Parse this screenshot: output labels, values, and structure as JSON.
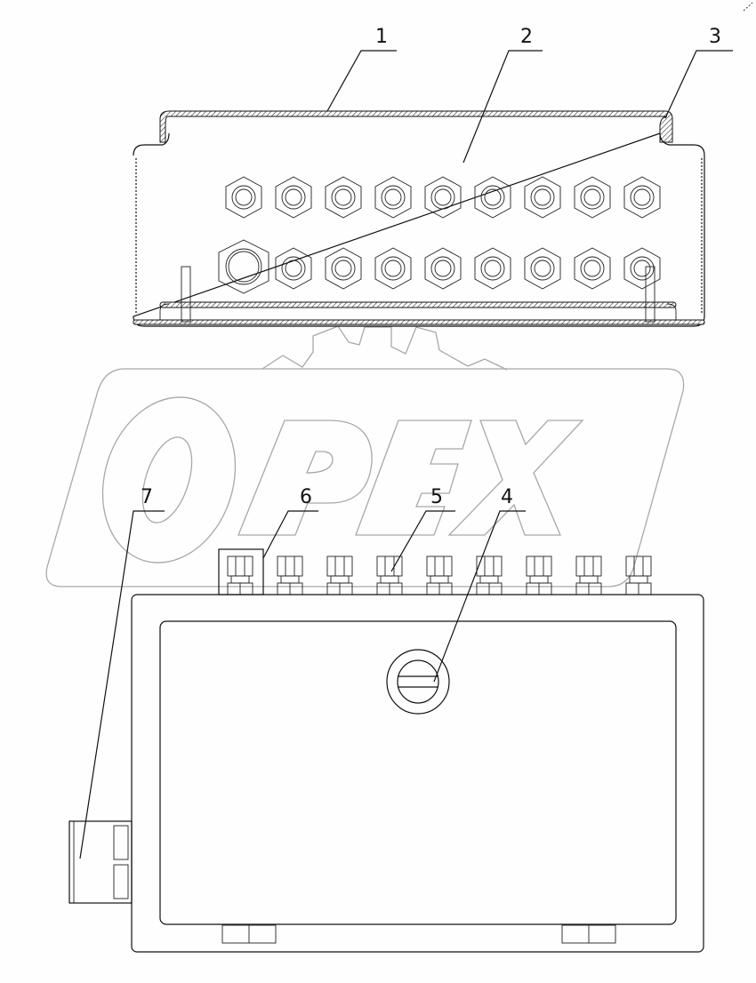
{
  "drawing": {
    "type": "assembly-parts-diagram",
    "watermark": {
      "text": "OPEX",
      "color": "#a8a8a8"
    },
    "line_color": "#111111",
    "background": "#fdfefd",
    "callouts": [
      {
        "id": "1",
        "label": "1",
        "target": "cover-lid-section"
      },
      {
        "id": "2",
        "label": "2",
        "target": "enclosure-body-section"
      },
      {
        "id": "3",
        "label": "3",
        "target": "lid-flange"
      },
      {
        "id": "4",
        "label": "4",
        "target": "cover-lock"
      },
      {
        "id": "5",
        "label": "5",
        "target": "cable-gland"
      },
      {
        "id": "6",
        "label": "6",
        "target": "gland-bracket"
      },
      {
        "id": "7",
        "label": "7",
        "target": "side-hinge-block"
      }
    ],
    "top_view": {
      "gland_rows": [
        {
          "count": 9,
          "size": "small"
        },
        {
          "count": 9,
          "first_large": true
        }
      ],
      "mounting_pins": 2
    },
    "front_view": {
      "cable_glands": 9,
      "feet": 2,
      "side_block_slots": 2
    }
  }
}
